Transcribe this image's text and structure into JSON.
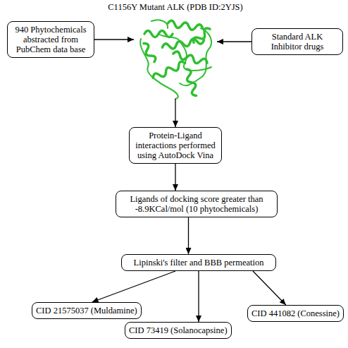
{
  "diagram": {
    "nodes": [
      {
        "text": [
          "C1156Y Mutant ALK (PDB ID:2YJS)"
        ]
      },
      {
        "text": [
          "940 Phytochemicals abstracted from PubChem data base"
        ]
      },
      {
        "text": [
          "Standard ALK Inhibitor drugs"
        ]
      },
      {
        "text": [
          "Protein-Ligand interactions performed using AutoDock Vina"
        ]
      },
      {
        "text": [
          "Ligands of docking score greater than -8.9KCal/mol (10 phytochemicals)"
        ]
      },
      {
        "text": [
          "Lipinski's filter and BBB permeation"
        ]
      },
      {
        "text": [
          "CID 21575037 (Muldamine)"
        ]
      },
      {
        "text": [
          "CID 73419 (Solanocapsine)"
        ]
      },
      {
        "text": [
          "CID 441082 (Conessine)"
        ]
      }
    ],
    "edges": [
      {
        "from": 1,
        "to": 0,
        "arrow": "to"
      },
      {
        "from": 2,
        "to": 0,
        "arrow": "to"
      },
      {
        "from": 0,
        "to": 3,
        "arrow": "to"
      },
      {
        "from": 3,
        "to": 4,
        "arrow": "to"
      },
      {
        "from": 4,
        "to": 5,
        "arrow": "to"
      },
      {
        "from": 5,
        "to": 6,
        "arrow": "to"
      },
      {
        "from": 5,
        "to": 7,
        "arrow": "to"
      },
      {
        "from": 5,
        "to": 8,
        "arrow": "to"
      }
    ]
  }
}
